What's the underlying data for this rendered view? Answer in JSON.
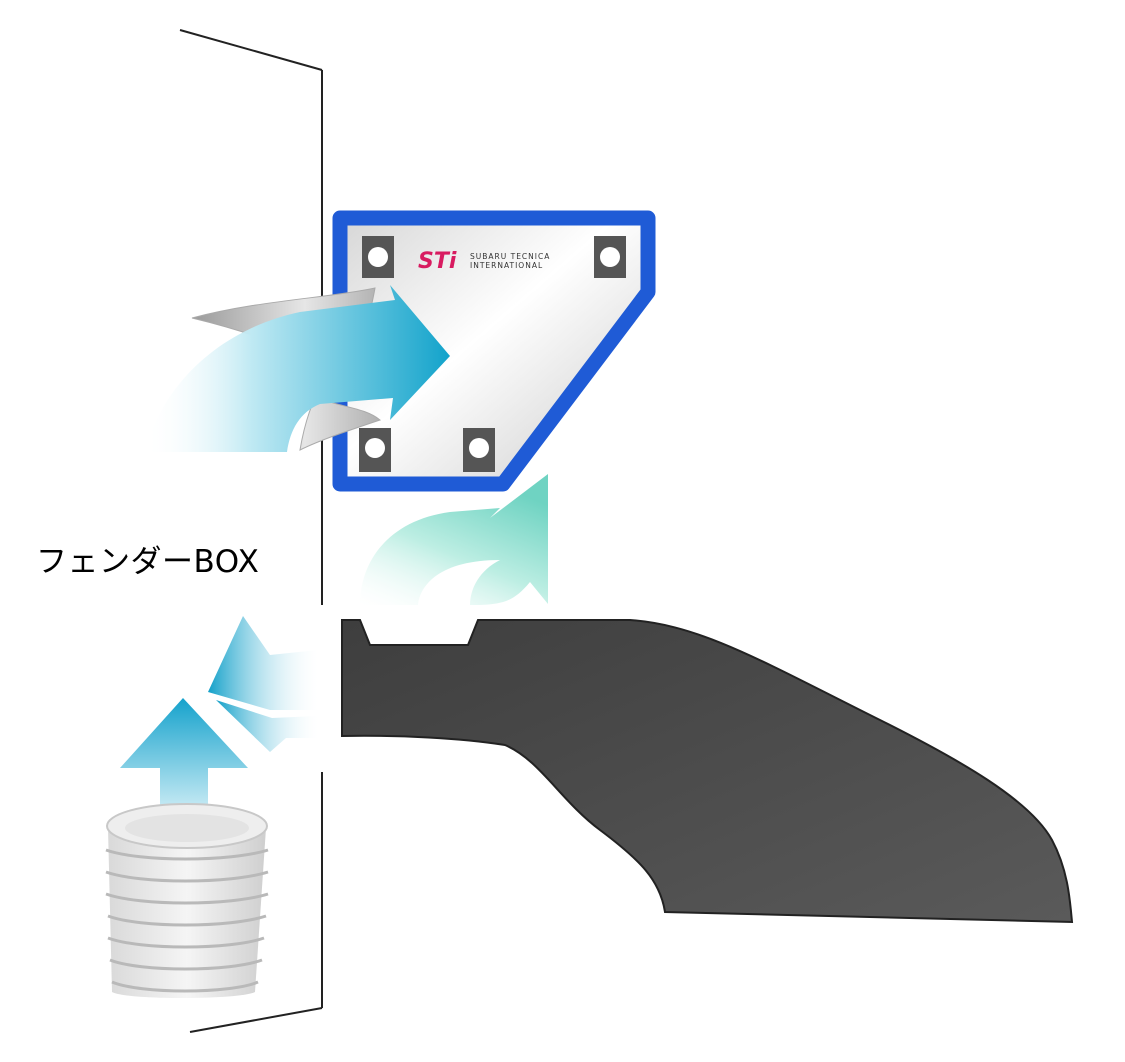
{
  "labels": {
    "fender_box": "フェンダーBOX"
  },
  "brand": {
    "logo": "STi",
    "line1": "SUBARU TECNICA",
    "line2": "INTERNATIONAL"
  },
  "colors": {
    "frame_blue": "#1f5bd6",
    "filter_dark": "#4a4a4a",
    "arrow_cyan": "#1aa6cc",
    "arrow_mint": "#7fd9c9",
    "logo_pink": "#d81b60"
  }
}
